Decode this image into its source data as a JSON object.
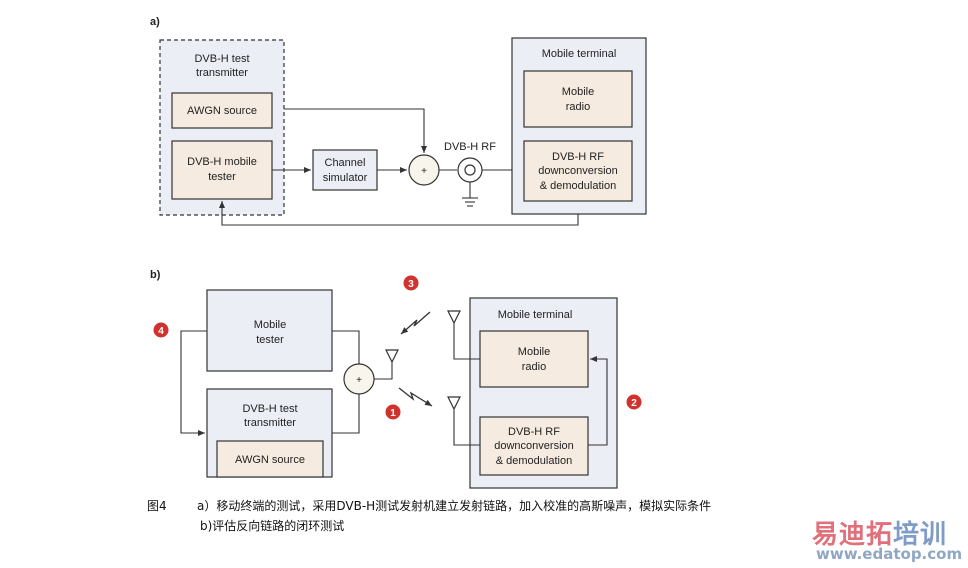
{
  "diagram_a": {
    "panel_label": "a)",
    "transmitter_group": {
      "title_line1": "DVB-H test",
      "title_line2": "transmitter"
    },
    "awgn_source": "AWGN source",
    "mobile_tester": {
      "line1": "DVB-H mobile",
      "line2": "tester"
    },
    "channel_simulator": {
      "line1": "Channel",
      "line2": "simulator"
    },
    "adder_symbol": "+",
    "rf_label": "DVB-H RF",
    "mobile_terminal": {
      "title": "Mobile terminal",
      "radio": {
        "line1": "Mobile",
        "line2": "radio"
      },
      "rf_block": {
        "line1": "DVB-H RF",
        "line2": "downconversion",
        "line3": "& demodulation"
      }
    }
  },
  "diagram_b": {
    "panel_label": "b)",
    "mobile_tester": {
      "line1": "Mobile",
      "line2": "tester"
    },
    "transmitter": {
      "line1": "DVB-H test",
      "line2": "transmitter"
    },
    "awgn_source": "AWGN source",
    "adder_symbol": "+",
    "mobile_terminal": {
      "title": "Mobile terminal",
      "radio": {
        "line1": "Mobile",
        "line2": "radio"
      },
      "rf_block": {
        "line1": "DVB-H RF",
        "line2": "downconversion",
        "line3": "& demodulation"
      }
    },
    "badges": [
      "1",
      "2",
      "3",
      "4"
    ]
  },
  "caption": {
    "figure": "图4",
    "line_a": "a）移动终端的测试，采用DVB-H测试发射机建立发射链路，加入校准的高斯噪声，模拟实际条件",
    "line_b": "b)评估反向链路的闭环测试"
  },
  "watermark": {
    "chars_red": "易迪拓",
    "chars_blue": "培训",
    "url": "www.edatop.com"
  },
  "colors": {
    "panel_bg": "#eceef6",
    "block_bg": "#f5ebe0",
    "badge": "#d2322d",
    "line": "#333333",
    "watermark_red": "#e0707a",
    "watermark_blue": "#7f9cc6"
  }
}
